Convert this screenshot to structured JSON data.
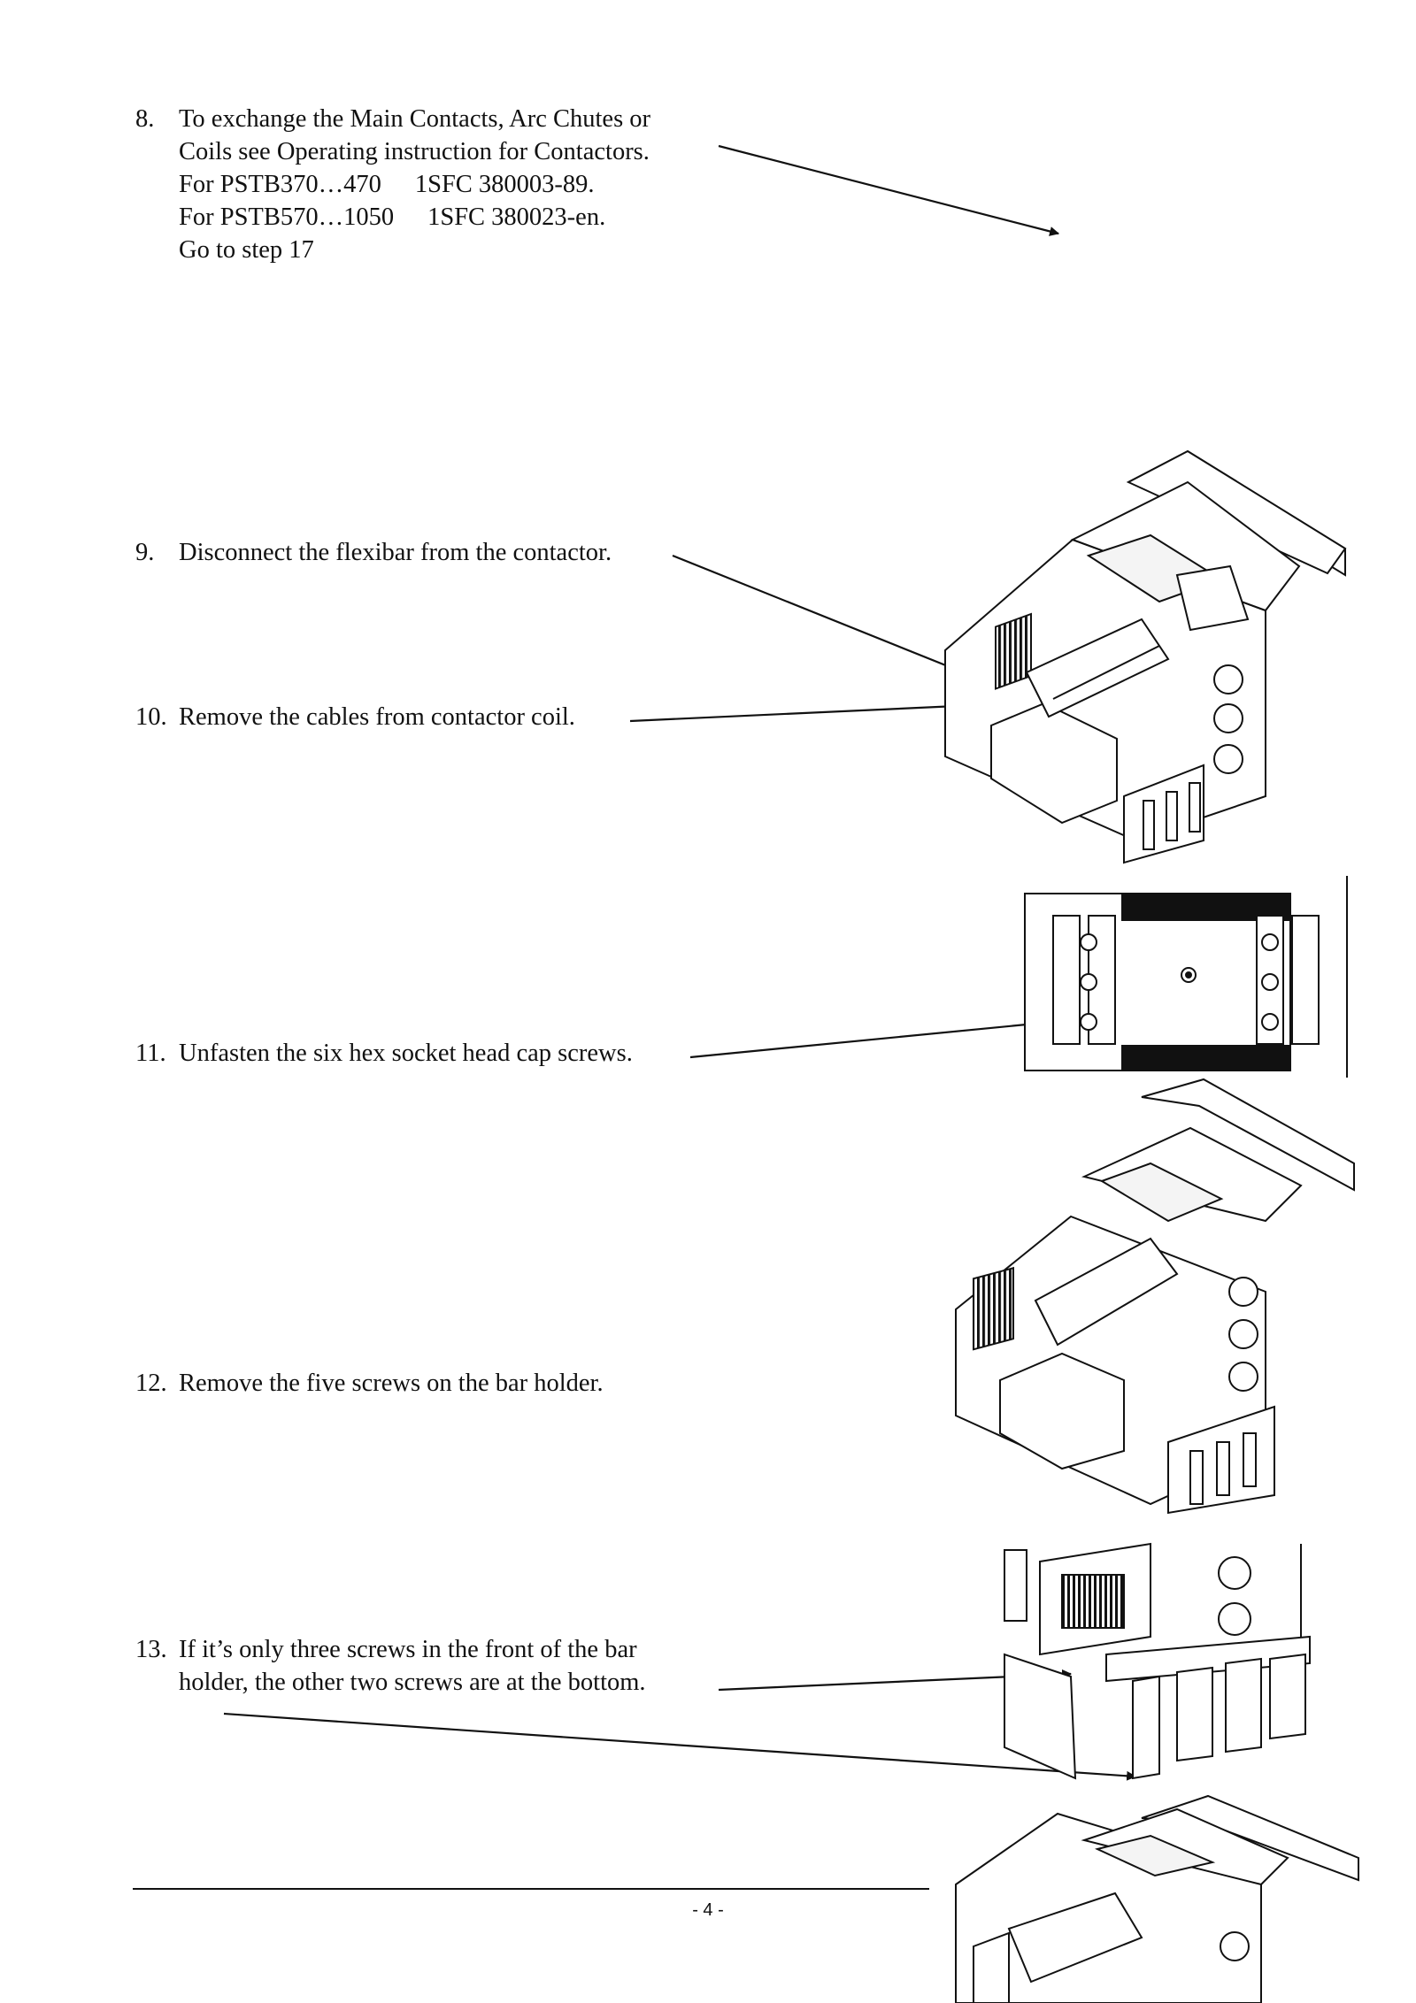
{
  "steps": [
    {
      "number": "8.",
      "lines": [
        "To exchange the Main Contacts, Arc Chutes or",
        "Coils see Operating instruction for Contactors.",
        "For PSTB370…470",
        "For PSTB570…1050",
        "Go to step 17"
      ],
      "refs": [
        "1SFC 380003-89.",
        "1SFC 380023-en."
      ]
    },
    {
      "number": "9.",
      "lines": [
        "Disconnect the flexibar from the contactor."
      ]
    },
    {
      "number": "10.",
      "lines": [
        "Remove the cables from contactor coil."
      ]
    },
    {
      "number": "11.",
      "lines": [
        "Unfasten the six hex socket head cap screws."
      ]
    },
    {
      "number": "12.",
      "lines": [
        "Remove the five screws on the bar holder."
      ]
    },
    {
      "number": "13.",
      "lines": [
        "If it’s only three screws in the front of the bar",
        "holder, the other two screws are at the bottom."
      ]
    }
  ],
  "figures": [
    {
      "name": "softstarter-isometric-figure-1"
    },
    {
      "name": "contactor-top-view-figure"
    },
    {
      "name": "softstarter-isometric-figure-2"
    },
    {
      "name": "bar-holder-closeup-figure"
    },
    {
      "name": "softstarter-isometric-figure-3"
    }
  ],
  "footer": {
    "page_number": "- 4 -"
  }
}
